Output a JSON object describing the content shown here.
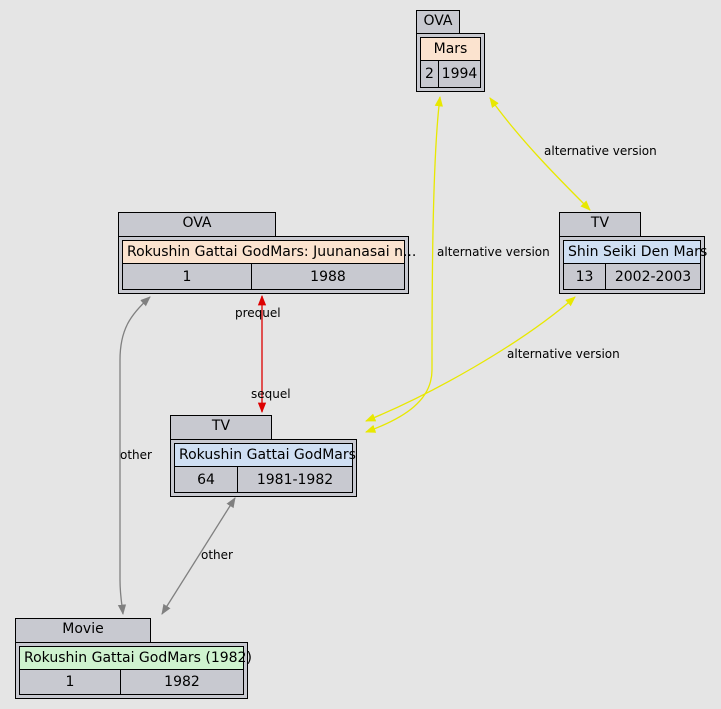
{
  "colors": {
    "background": "#e5e5e5",
    "node_fill": "#c8c9d0",
    "ova_title": "#fbe3cf",
    "tv_title": "#cfdff3",
    "movie_title": "#cff3cf",
    "edge_alternative": "#e8e800",
    "edge_sequel": "#dd0000",
    "edge_other": "#808080"
  },
  "nodes": {
    "mars_ova": {
      "type": "OVA",
      "title": "Mars",
      "episodes": "2",
      "years": "1994"
    },
    "juunanasai_ova": {
      "type": "OVA",
      "title": "Rokushin Gattai GodMars: Juunanasai n...",
      "episodes": "1",
      "years": "1988"
    },
    "shin_seiki_tv": {
      "type": "TV",
      "title": "Shin Seiki Den Mars",
      "episodes": "13",
      "years": "2002-2003"
    },
    "godmars_tv": {
      "type": "TV",
      "title": "Rokushin Gattai GodMars",
      "episodes": "64",
      "years": "1981-1982"
    },
    "godmars_movie": {
      "type": "Movie",
      "title": "Rokushin Gattai GodMars (1982)",
      "episodes": "1",
      "years": "1982"
    }
  },
  "edges": {
    "mars_shin": "alternative version",
    "mars_godmars_tv": "alternative version",
    "shin_godmars_tv": "alternative version",
    "juunanasai_prequel": "prequel",
    "juunanasai_sequel": "sequel",
    "juunanasai_movie": "other",
    "tv_movie": "other"
  }
}
